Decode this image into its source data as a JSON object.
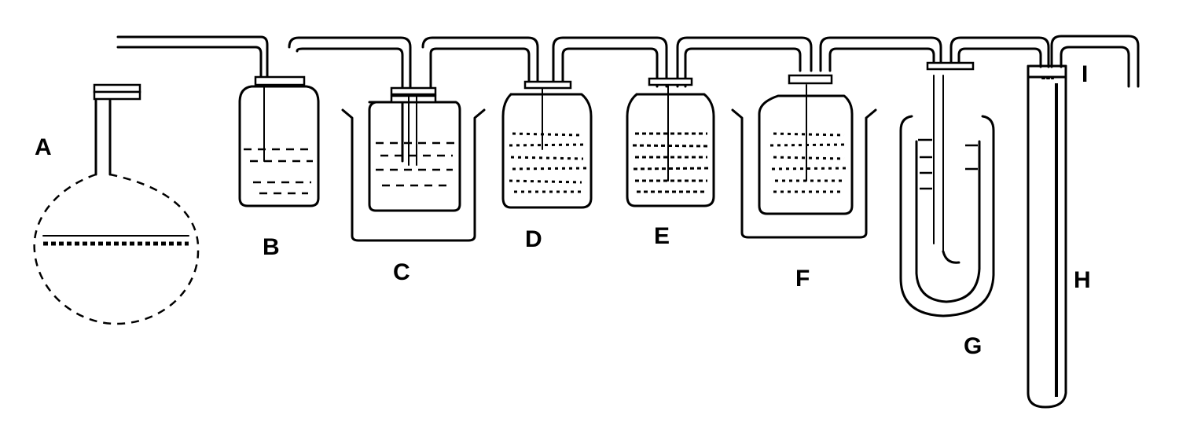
{
  "apparatus": [
    {
      "id": "A",
      "label": "A",
      "part": "round-bottom flask"
    },
    {
      "id": "B",
      "label": "B",
      "part": "wash bottle"
    },
    {
      "id": "C",
      "label": "C",
      "part": "bottle in beaker"
    },
    {
      "id": "D",
      "label": "D",
      "part": "packed bottle"
    },
    {
      "id": "E",
      "label": "E",
      "part": "packed bottle"
    },
    {
      "id": "F",
      "label": "F",
      "part": "packed bottle in bath"
    },
    {
      "id": "G",
      "label": "G",
      "part": "U-tube in bath"
    },
    {
      "id": "H",
      "label": "H",
      "part": "long tube"
    },
    {
      "id": "I",
      "label": "I",
      "part": "outlet tube"
    }
  ],
  "colors": {
    "stroke": "#000000",
    "background": "#ffffff"
  }
}
